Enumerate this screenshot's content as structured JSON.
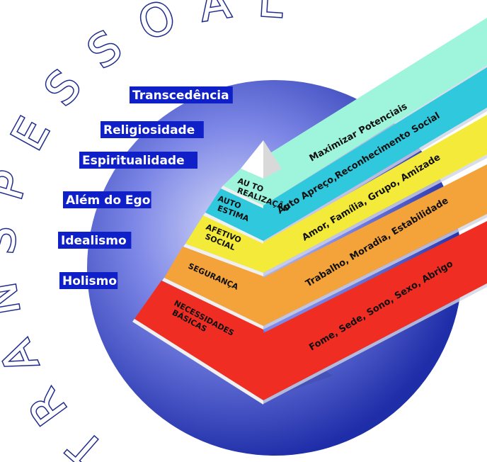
{
  "arc_title": "TRANSPESSOAL",
  "side_labels": [
    "Transcedência",
    "Religiosidade",
    "Espiritualidade",
    "Além do Ego",
    "Idealismo",
    "Holismo"
  ],
  "levels": [
    {
      "id": "auto-realizacao",
      "label_lines": [
        "AU TO",
        "REALIZAÇÃO"
      ],
      "need": "Maximizar Potenciais",
      "color": "#9ff5dc"
    },
    {
      "id": "auto-estima",
      "label_lines": [
        "AUTO",
        "ESTIMA"
      ],
      "need": "Auto Apreço,Reconhecimento Social",
      "color": "#30c8dc"
    },
    {
      "id": "afetivo-social",
      "label_lines": [
        "AFETIVO",
        "SOCIAL"
      ],
      "need": "Amor, Família, Grupo, Amizade",
      "color": "#f4ea3a"
    },
    {
      "id": "seguranca",
      "label_lines": [
        "SEGURANÇA"
      ],
      "need": "Trabalho, Moradia, Estabilidade",
      "color": "#f4a23a"
    },
    {
      "id": "necessidades-basicas",
      "label_lines": [
        "NECESSIDADES",
        "BÁSICAS"
      ],
      "need": "Fome, Sede, Sono, Sexo, Abrigo",
      "color": "#ef2d22"
    }
  ],
  "colors": {
    "sphere_light": "#d8ddf8",
    "sphere_mid": "#7c86e6",
    "sphere_dark": "#1e2da8",
    "side_label_bg": "#1020c8",
    "arc_letter_outline": "#1f2b8c"
  }
}
